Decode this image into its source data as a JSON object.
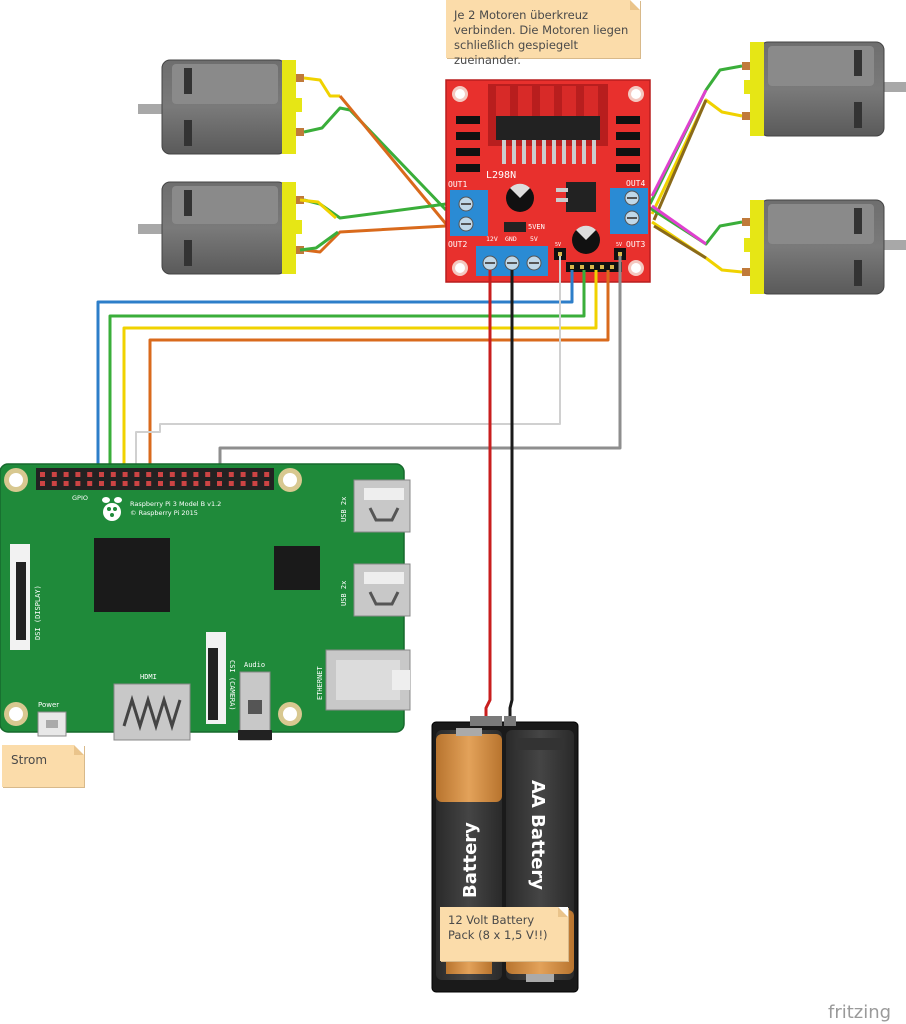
{
  "notes": {
    "top_line1": "Je 2 Motoren überkreuz",
    "top_line2": "verbinden. Die Motoren liegen",
    "top_line3": "schließlich gespiegelt zueinander.",
    "strom": "Strom",
    "battery_line1": "12 Volt Battery",
    "battery_line2": "Pack (8 x 1,5 V!!)"
  },
  "driver": {
    "chip_label": "L298N",
    "out1": "OUT1",
    "out2": "OUT2",
    "out3": "OUT3",
    "out4": "OUT4",
    "sv_en": "5VEN",
    "pin_12v": "12V",
    "pin_gnd": "GND",
    "pin_5v": "5V",
    "en_a": "5V",
    "en_b": "5V"
  },
  "pi": {
    "gpio": "GPIO",
    "model": "Raspberry Pi 3 Model B v1.2",
    "copyright": "© Raspberry Pi 2015",
    "dsi": "DSI (DISPLAY)",
    "csi": "CSI (CAMERA)",
    "hdmi": "HDMI",
    "audio": "Audio",
    "power": "Power",
    "usb1": "USB 2x",
    "usb2": "USB 2x",
    "ethernet": "ETHERNET"
  },
  "battery": {
    "cell1": "Battery",
    "cell2": "AA Battery"
  },
  "brand": "fritzing",
  "colors": {
    "board_red": "#e8302d",
    "pi_green": "#1f8a3a",
    "terminal_blue": "#2a8bd4",
    "wire_blue": "#2d7ec9",
    "wire_green": "#3aae3a",
    "wire_yellow": "#f0d200",
    "wire_orange": "#d96a1c",
    "wire_red": "#c81e1e",
    "wire_black": "#1a1a1a",
    "wire_grey": "#8e8e8e",
    "wire_magenta": "#e040d0",
    "motor_yellow": "#e6e615",
    "note_bg": "#fbdcaa"
  }
}
